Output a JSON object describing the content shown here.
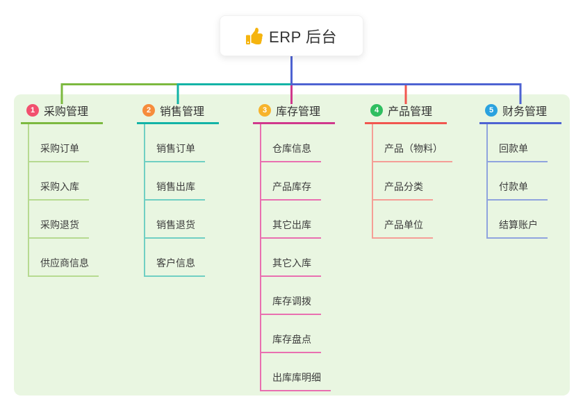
{
  "root": {
    "title": "ERP 后台",
    "icon": "thumbs-up-icon",
    "icon_color": "#f5b40f"
  },
  "canvas": {
    "page_background": "#ffffff",
    "panel_background": "#e9f6e1",
    "trunk_color": "#4e63d2"
  },
  "branches": [
    {
      "number": "1",
      "title": "采购管理",
      "badge_color": "#f2506e",
      "line_color": "#7cb93f",
      "sub_line_color": "#b6da90",
      "items": [
        "采购订单",
        "采购入库",
        "采购退货",
        "供应商信息"
      ]
    },
    {
      "number": "2",
      "title": "销售管理",
      "badge_color": "#f68c3c",
      "line_color": "#12b3a6",
      "sub_line_color": "#6fcfc3",
      "items": [
        "销售订单",
        "销售出库",
        "销售退货",
        "客户信息"
      ]
    },
    {
      "number": "3",
      "title": "库存管理",
      "badge_color": "#f7b32b",
      "line_color": "#d0388c",
      "sub_line_color": "#e96fb0",
      "items": [
        "仓库信息",
        "产品库存",
        "其它出库",
        "其它入库",
        "库存调拨",
        "库存盘点",
        "出库库明细"
      ]
    },
    {
      "number": "4",
      "title": "产品管理",
      "badge_color": "#2fbe60",
      "line_color": "#f1564f",
      "sub_line_color": "#f59e96",
      "items": [
        "产品（物料）",
        "产品分类",
        "产品单位"
      ]
    },
    {
      "number": "5",
      "title": "财务管理",
      "badge_color": "#2aa2df",
      "line_color": "#4e63d2",
      "sub_line_color": "#8fa3de",
      "items": [
        "回款单",
        "付款单",
        "结算账户"
      ]
    }
  ]
}
